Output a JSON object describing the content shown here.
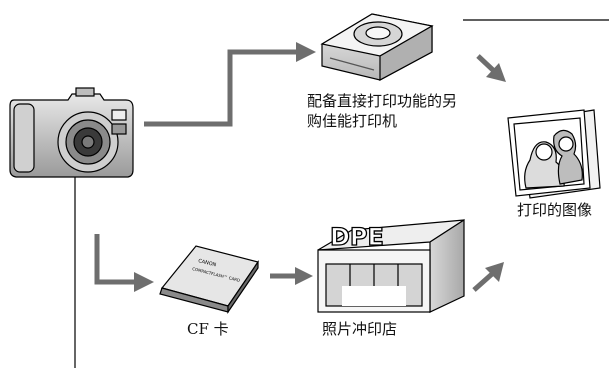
{
  "labels": {
    "printer_line1": "配备直接打印功能的另",
    "printer_line2": "购佳能打印机",
    "output": "打印的图像",
    "card": "CF 卡",
    "shop": "照片冲印店",
    "shop_sign": "DPE",
    "card_brand": "CANON",
    "card_text": "COMPACTFLASH™ CARD"
  },
  "icons": {
    "camera": "digital-camera-icon",
    "printer": "photo-printer-icon",
    "card": "cf-card-icon",
    "shop": "photo-shop-icon",
    "photo": "printed-photo-icon"
  },
  "colors": {
    "arrow": "#6e6e6e",
    "line": "#000000"
  }
}
